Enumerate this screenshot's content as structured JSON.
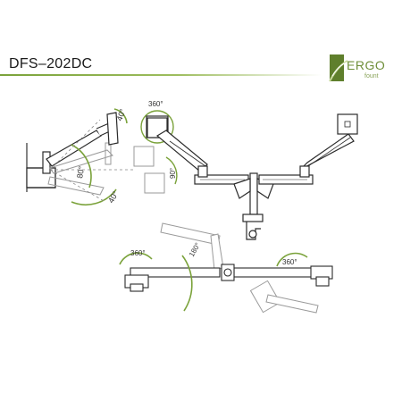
{
  "model": "DFS–202DC",
  "brand": {
    "name": "ERGO",
    "sub": "fount"
  },
  "angles": {
    "monitor_tilt": "40°",
    "arm_up": "80°",
    "arm_down": "40°",
    "plate_rotation": "360°",
    "swivel": "90°",
    "top_left_rotation": "360°",
    "top_center_rotation": "180°",
    "top_right_rotation": "360°"
  },
  "colors": {
    "accent": "#7aa23a",
    "line": "#2b2b2b",
    "ghost": "#9a9a9a"
  }
}
